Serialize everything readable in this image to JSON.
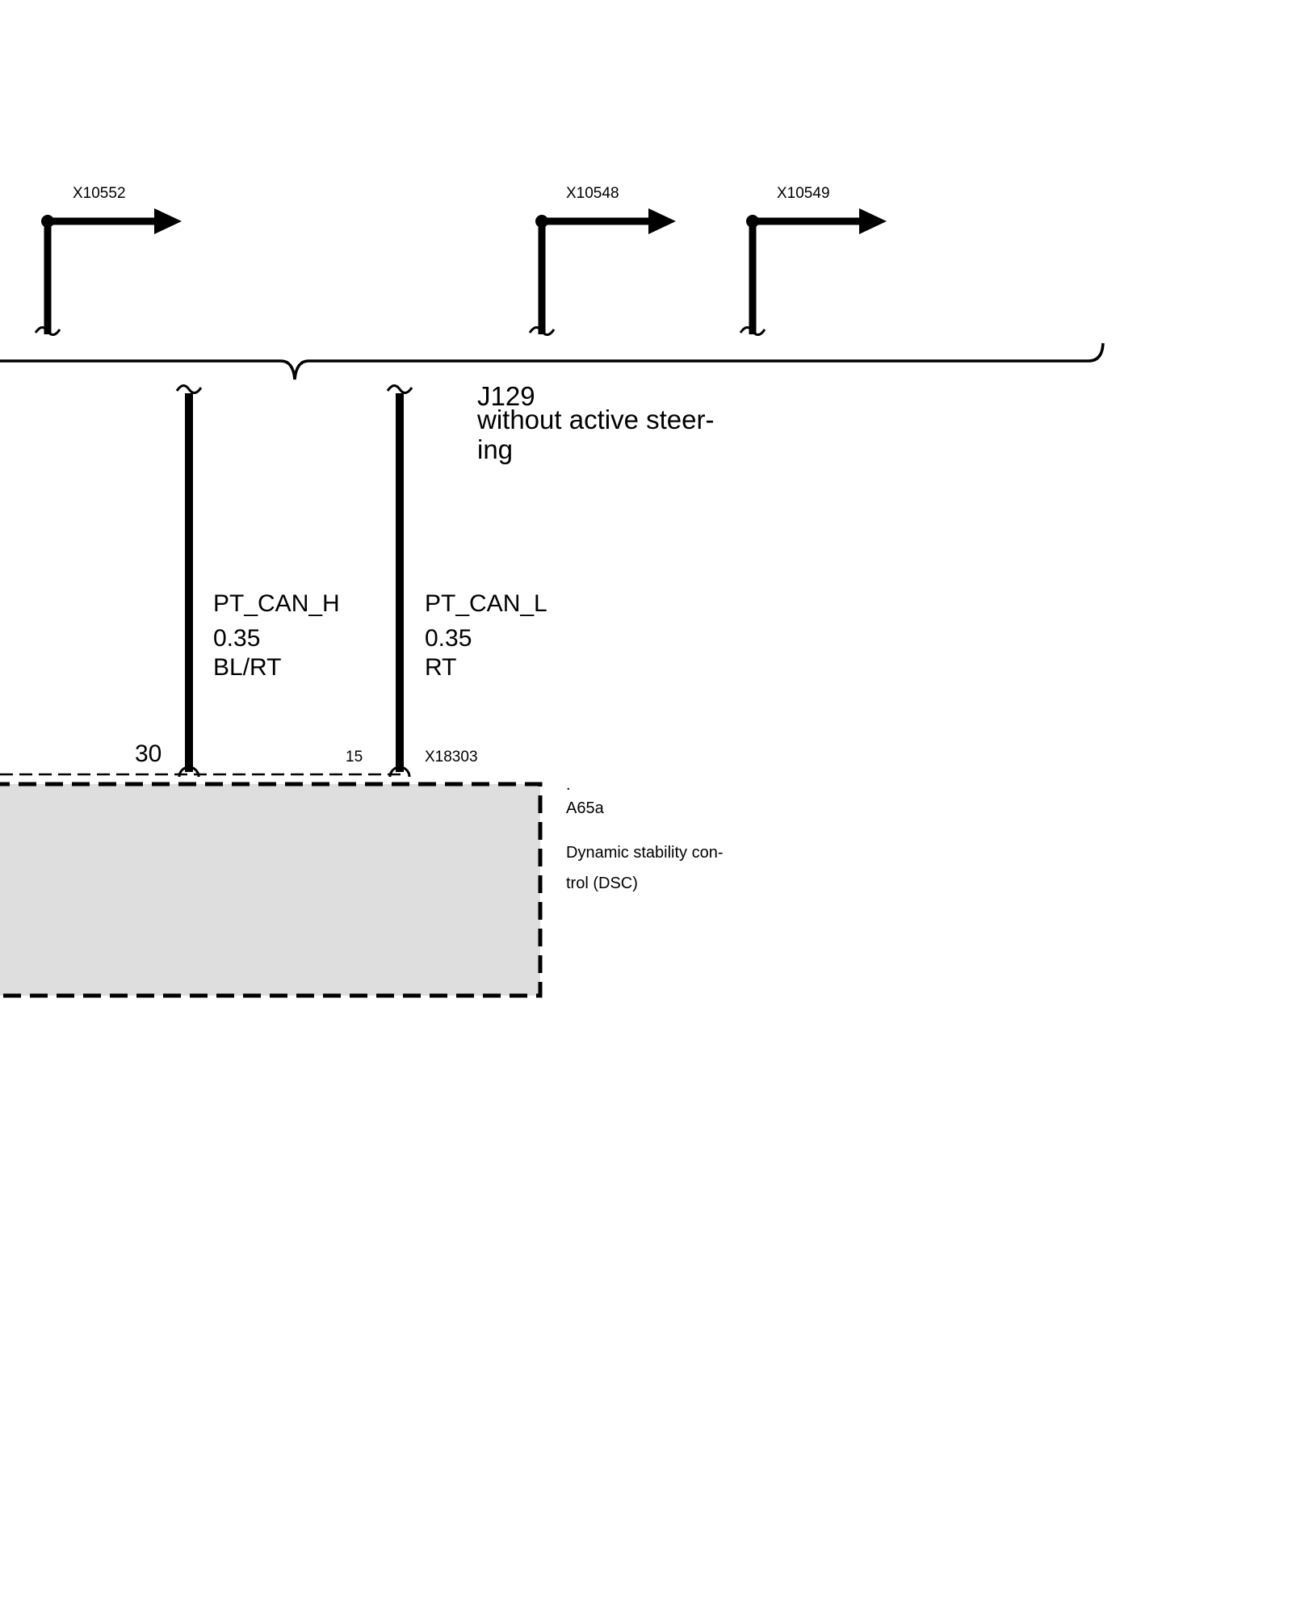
{
  "connectors": {
    "top_left": "X10552",
    "top_mid": "X10548",
    "top_right": "X10549",
    "module_connector": "X18303"
  },
  "junction": {
    "id": "J129",
    "note_line1": "without active steer-",
    "note_line2": "ing"
  },
  "wires": [
    {
      "signal": "PT_CAN_H",
      "gauge": "0.35",
      "color_code": "BL/RT",
      "pin": "30"
    },
    {
      "signal": "PT_CAN_L",
      "gauge": "0.35",
      "color_code": "RT",
      "pin": "15"
    }
  ],
  "module": {
    "dot": ".",
    "id": "A65a",
    "desc_line1": "Dynamic stability con-",
    "desc_line2": "trol (DSC)",
    "fill_color": "#dedede"
  }
}
